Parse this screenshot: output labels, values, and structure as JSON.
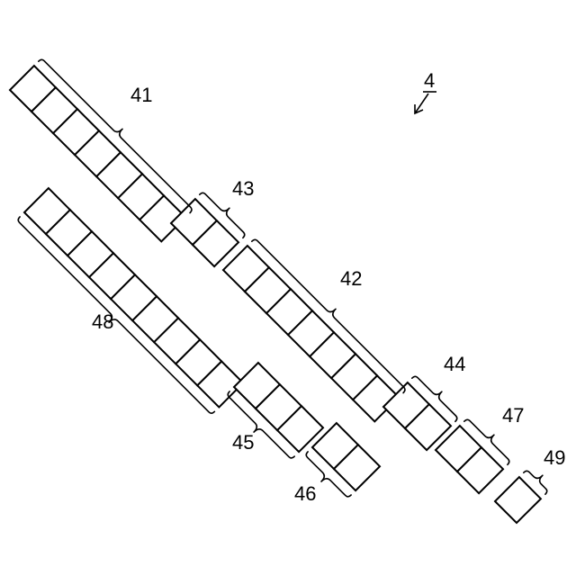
{
  "figure": {
    "reference": "4",
    "groups": [
      {
        "id": "g41",
        "label": "41",
        "cells": 7
      },
      {
        "id": "g43",
        "label": "43",
        "cells": 2
      },
      {
        "id": "g42",
        "label": "42",
        "cells": 7
      },
      {
        "id": "g44",
        "label": "44",
        "cells": 2
      },
      {
        "id": "g47",
        "label": "47",
        "cells": 2
      },
      {
        "id": "g49",
        "label": "49",
        "cells": 1
      },
      {
        "id": "g48",
        "label": "48",
        "cells": 9
      },
      {
        "id": "g45",
        "label": "45",
        "cells": 3
      },
      {
        "id": "g46",
        "label": "46",
        "cells": 2
      }
    ]
  }
}
